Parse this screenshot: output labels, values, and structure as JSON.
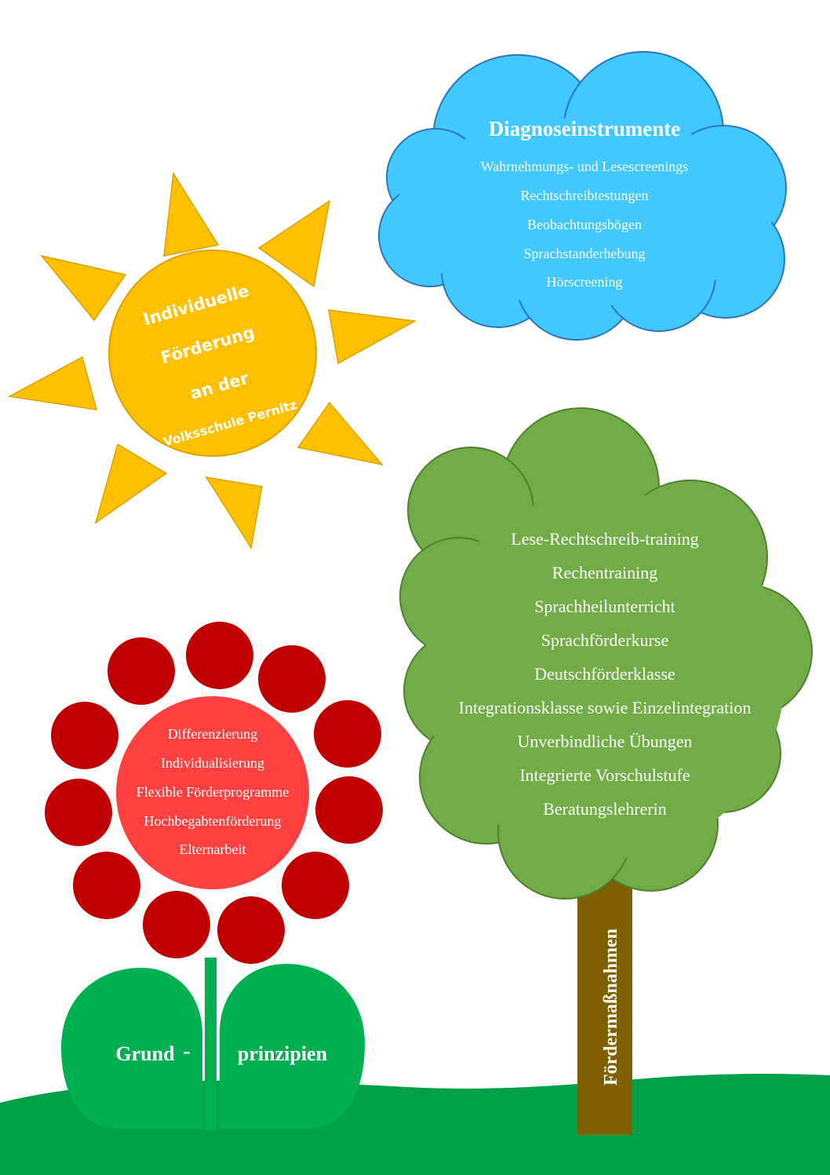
{
  "colors": {
    "sun": "#FFC000",
    "sun_outline": "#D9A300",
    "cloud": "#40C8FF",
    "cloud_outline": "#2E75B6",
    "tree": "#70AD47",
    "tree_outline": "#507E32",
    "trunk": "#7F6000",
    "petal": "#C00000",
    "flower_center": "#FF4040",
    "leaf": "#00B050",
    "grass": "#00A04A",
    "text_light": "#FFFFFF"
  },
  "sun": {
    "lines": [
      "Individuelle",
      "Förderung",
      "an der",
      "Volksschule Pernitz"
    ]
  },
  "cloud": {
    "title": "Diagnoseinstrumente",
    "items": [
      "Wahrnehmungs- und Lesescreenings",
      "Rechtschreibtestungen",
      "Beobachtungsbögen",
      "Sprachstanderhebung",
      "Hörscreening"
    ]
  },
  "tree": {
    "items": [
      "Lese-Rechtschreib-training",
      "Rechentraining",
      "Sprachheilunterricht",
      "Sprachförderkurse",
      "Deutschförderklasse",
      "Integrationsklasse sowie Einzelintegration",
      "Unverbindliche Übungen",
      "Integrierte Vorschulstufe",
      "Beratungslehrerin"
    ],
    "trunk_label": "Fördermaßnahmen"
  },
  "flower": {
    "items": [
      "Differenzierung",
      "Individualisierung",
      "Flexible Förderprogramme",
      "Hochbegabtenförderung",
      "Elternarbeit"
    ],
    "leaf_left": "Grund",
    "dash": "-",
    "leaf_right": "prinzipien"
  }
}
